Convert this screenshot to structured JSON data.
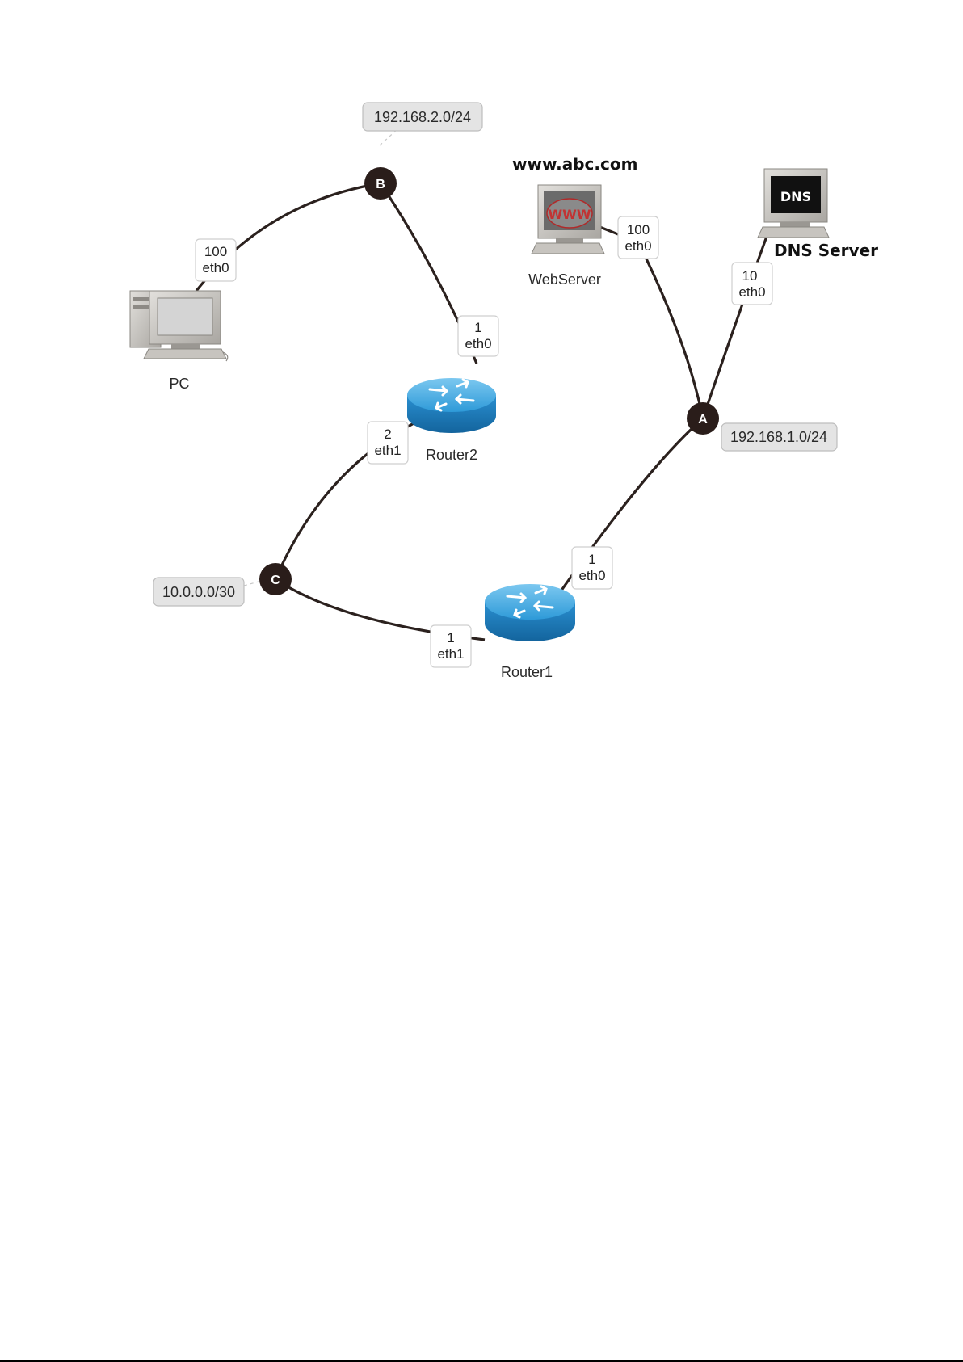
{
  "networks": {
    "net_b": "192.168.2.0/24",
    "net_a": "192.168.1.0/24",
    "net_c": "10.0.0.0/30"
  },
  "hubs": {
    "a": "A",
    "b": "B",
    "c": "C"
  },
  "devices": {
    "pc": "PC",
    "router1": "Router1",
    "router2": "Router2",
    "webserver": "WebServer",
    "webserver_domain": "www.abc.com",
    "dns_server": "DNS Server",
    "dns_screen": "DNS",
    "www_screen": "WWW"
  },
  "interfaces": {
    "pc_eth0": {
      "cost": "100",
      "name": "eth0"
    },
    "router2_eth0": {
      "cost": "1",
      "name": "eth0"
    },
    "router2_eth1": {
      "cost": "2",
      "name": "eth1"
    },
    "router1_eth1": {
      "cost": "1",
      "name": "eth1"
    },
    "router1_eth0": {
      "cost": "1",
      "name": "eth0"
    },
    "webserver_eth0": {
      "cost": "100",
      "name": "eth0"
    },
    "dns_eth0": {
      "cost": "10",
      "name": "eth0"
    }
  },
  "colors": {
    "link": "#2b211e",
    "router_blue": "#1f8fd0",
    "hub": "#2a1d1a"
  }
}
